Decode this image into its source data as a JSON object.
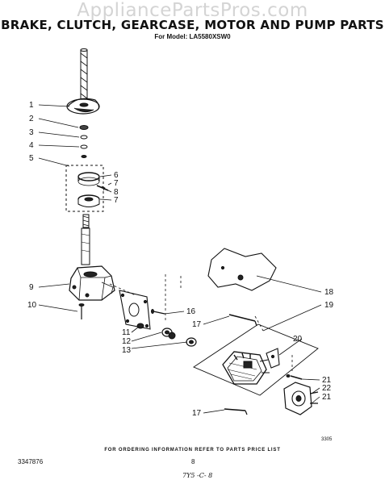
{
  "watermark": "AppliancePartsPros.com",
  "title": "BRAKE, CLUTCH, GEARCASE, MOTOR AND PUMP PARTS",
  "subtitle": "For Model: LA5580XSW0",
  "callouts": [
    "1",
    "2",
    "3",
    "4",
    "5",
    "6",
    "7",
    "8",
    "7",
    "9",
    "10",
    "11",
    "12",
    "13",
    "16",
    "17",
    "18",
    "19",
    "20",
    "21",
    "22",
    "21",
    "17"
  ],
  "footer_note": "FOR ORDERING INFORMATION REFER TO PARTS PRICE LIST",
  "doc_number": "3347876",
  "page_number": "8",
  "drawing_code": "3305",
  "handwritten_note": "7Y5 -C- 8"
}
